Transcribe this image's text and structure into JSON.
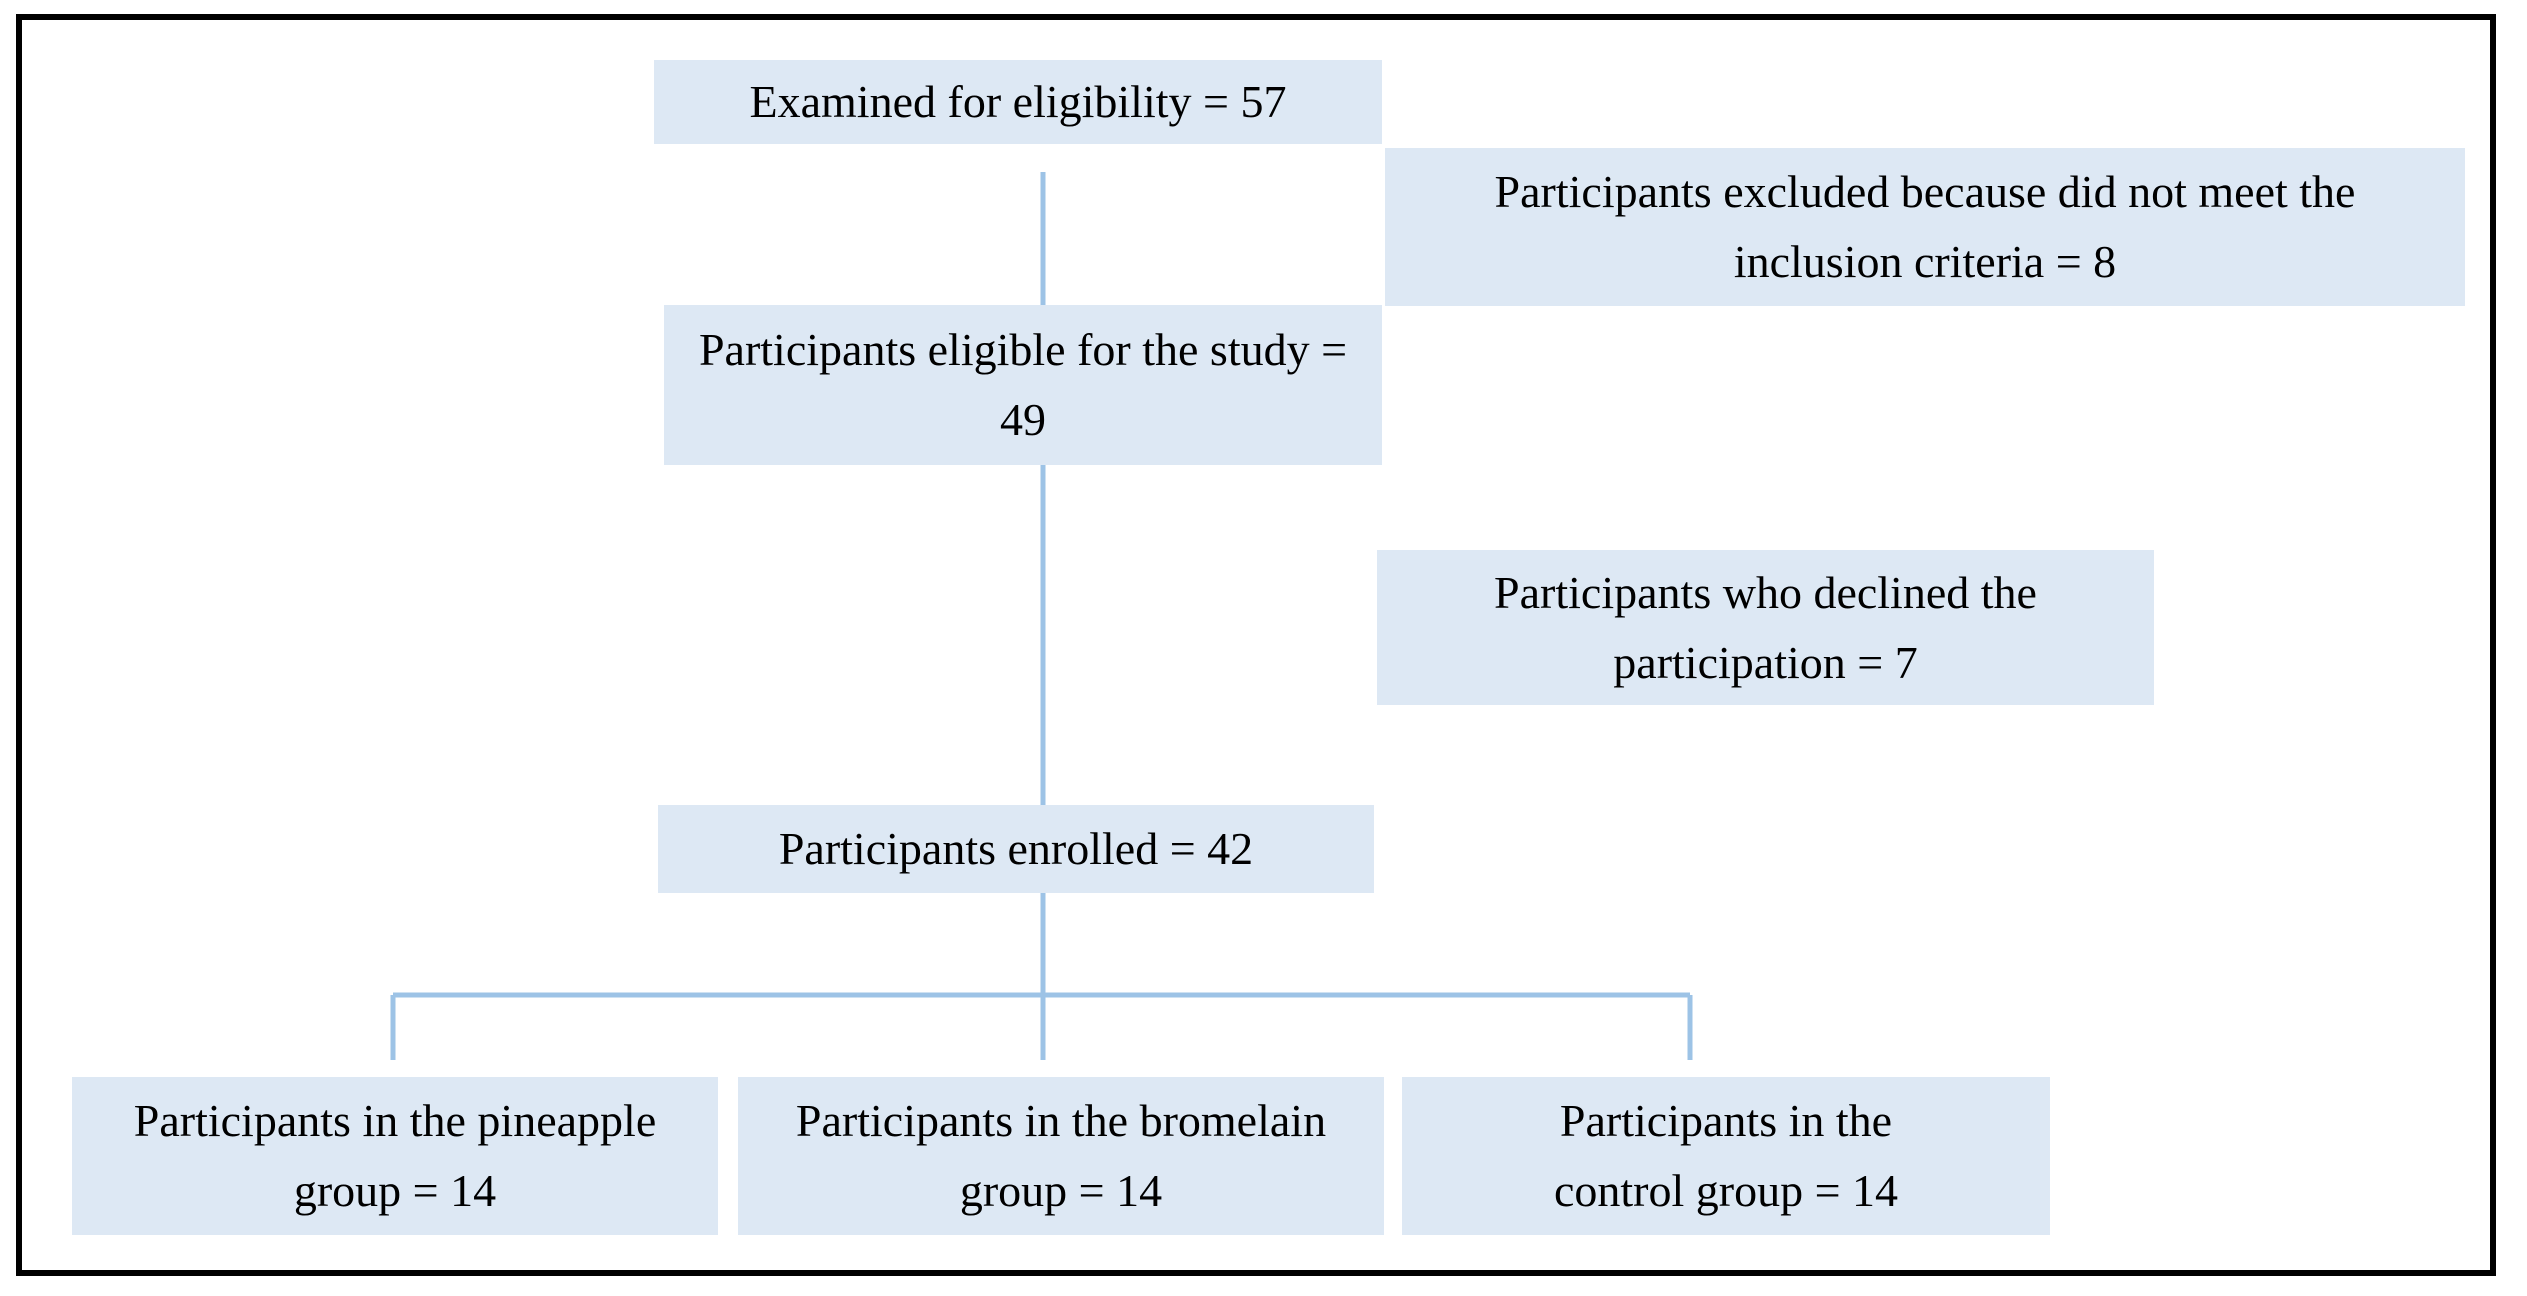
{
  "flowchart": {
    "examined": "Examined for eligibility = 57",
    "excluded": "Participants excluded because did not meet the inclusion criteria = 8",
    "eligible": "Participants eligible for the study = 49",
    "declined": "Participants who declined the participation = 7",
    "enrolled": "Participants enrolled = 42",
    "pineapple": "Participants in the pineapple group = 14",
    "bromelain": "Participants in the bromelain group = 14",
    "control": "Participants in the control group = 14"
  },
  "colors": {
    "box_fill": "#dde8f4",
    "connector": "#9dc3e6",
    "frame": "#000000"
  }
}
